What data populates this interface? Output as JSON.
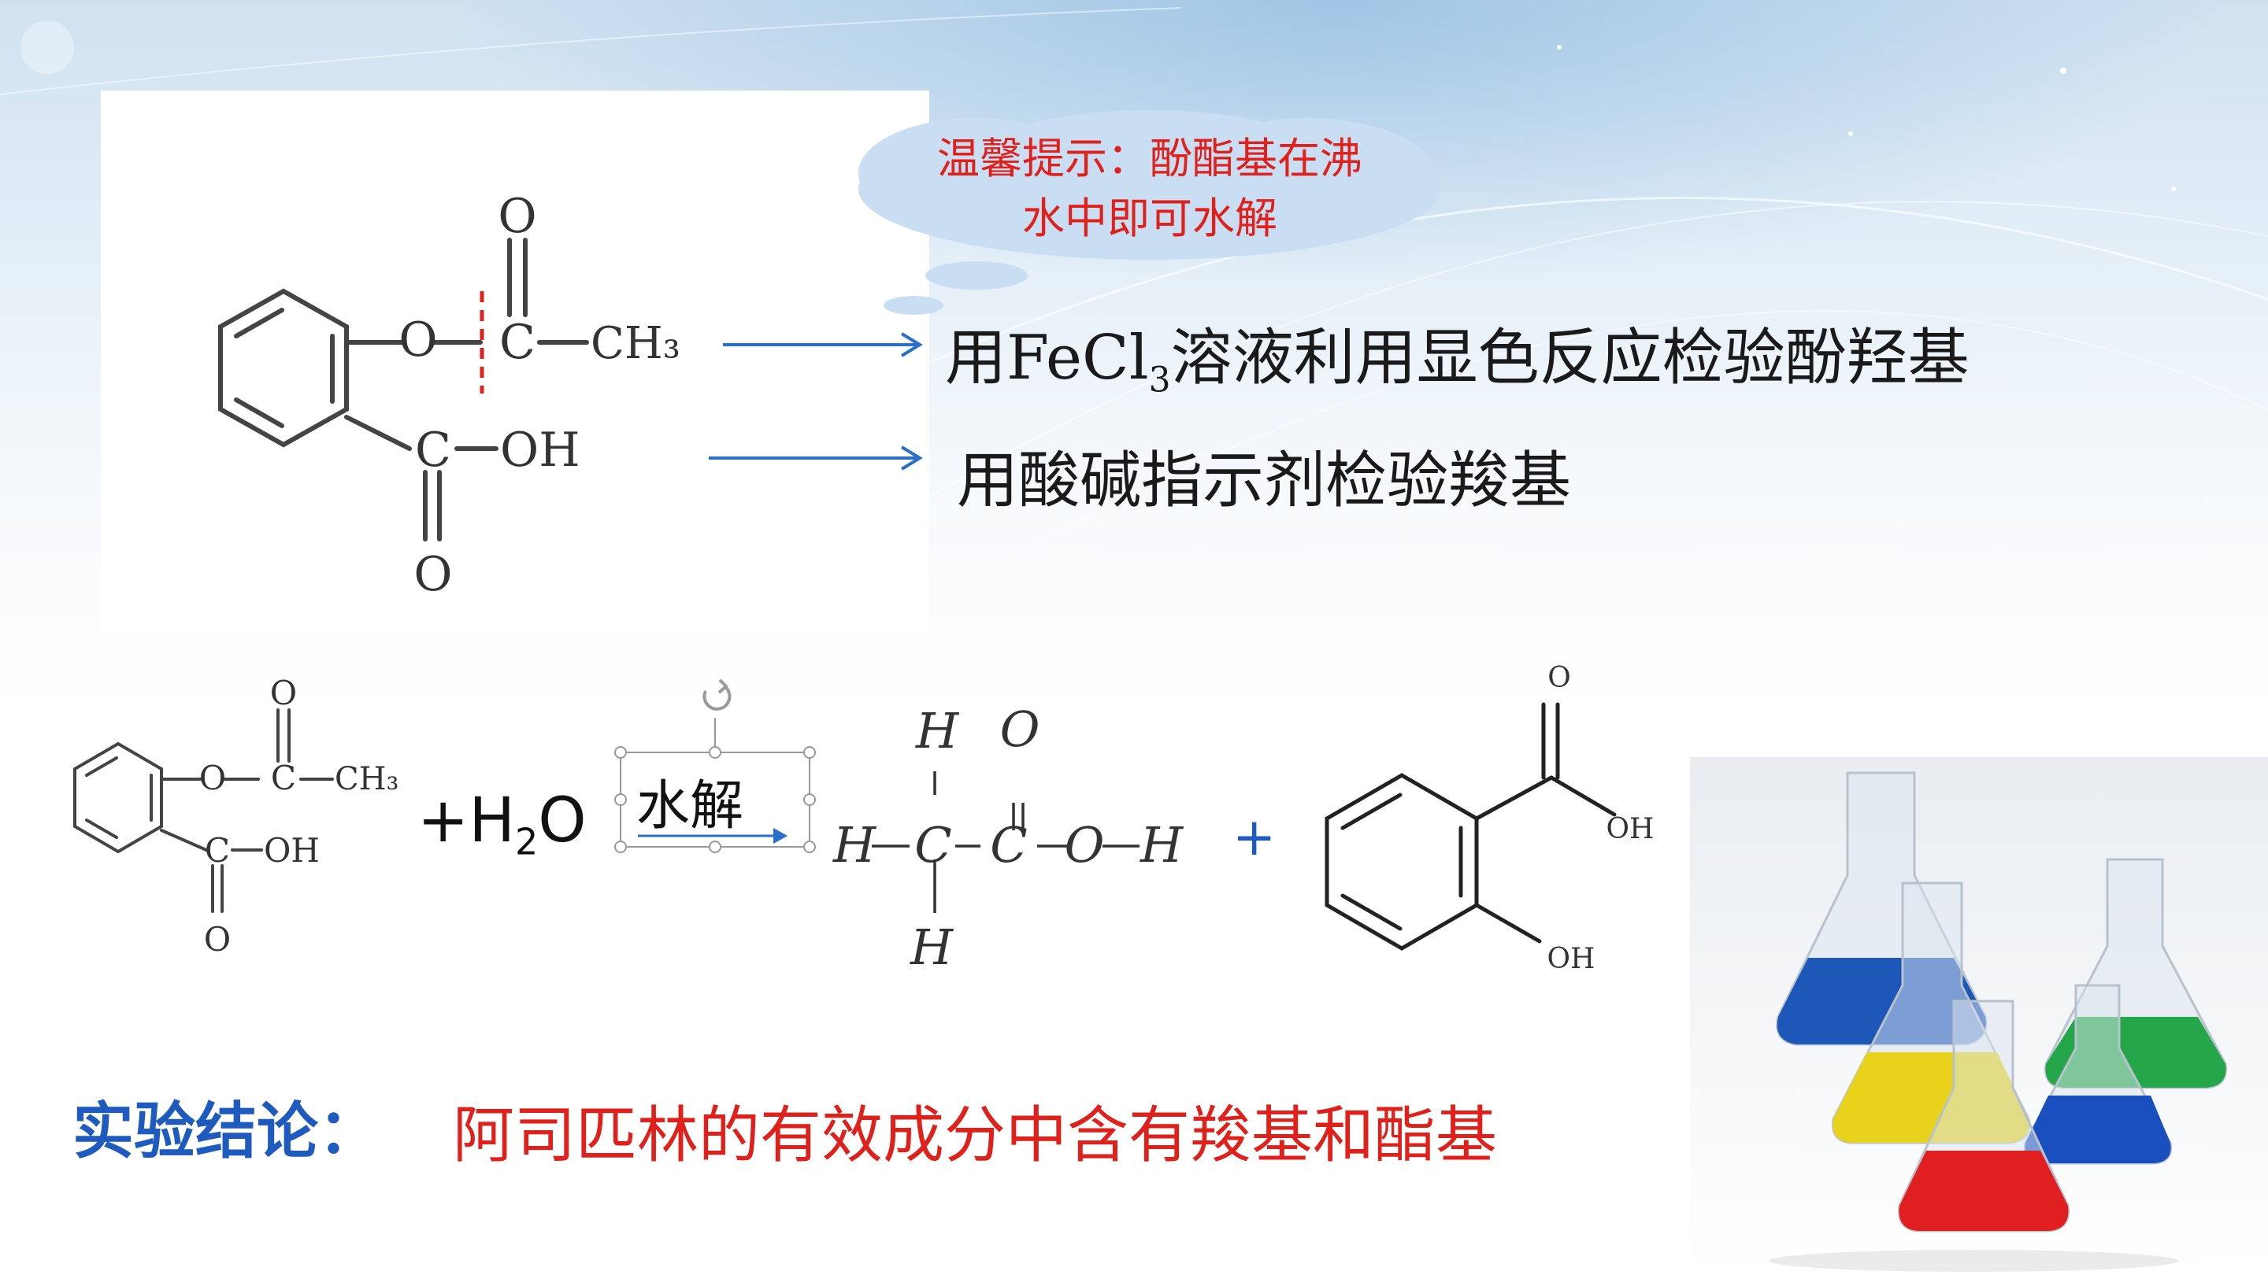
{
  "tip_bubble": {
    "line1": "温馨提示：酚酯基在沸",
    "line2": "水中即可水解"
  },
  "aspirin_structure": {
    "o_top": "O",
    "o_ester": "O",
    "c_ester": "C",
    "ch3": "CH₃",
    "c_acid": "C",
    "oh": "OH",
    "o_bottom": "O"
  },
  "test1": {
    "prefix": "用FeCl",
    "sub": "3",
    "suffix": "溶液利用显色反应检验酚羟基"
  },
  "test2": {
    "text": "用酸碱指示剂检验羧基"
  },
  "equation": {
    "plus_h2o_prefix": "+H",
    "plus_h2o_sub": "2",
    "plus_h2o_suffix": "O",
    "condition": "水解",
    "plus2": "+",
    "acetic_acid": {
      "h_top": "H",
      "o_top": "O",
      "h_left": "H",
      "c1": "C",
      "c2": "C",
      "o": "O",
      "h_right": "H",
      "h_bottom": "H"
    },
    "salicylic": {
      "o_top": "O",
      "oh_acid": "OH",
      "oh_phenol": "OH"
    }
  },
  "conclusion": {
    "label": "实验结论：",
    "text": "阿司匹林的有效成分中含有羧基和酯基"
  },
  "colors": {
    "tip_red": "#e0201a",
    "arrow_blue": "#2a6fc9",
    "conclusion_blue": "#1f5bbf",
    "cloud": "#c9def2"
  },
  "icons": [
    "arrow-right-icon",
    "rotate-handle-icon",
    "flask-photo"
  ]
}
